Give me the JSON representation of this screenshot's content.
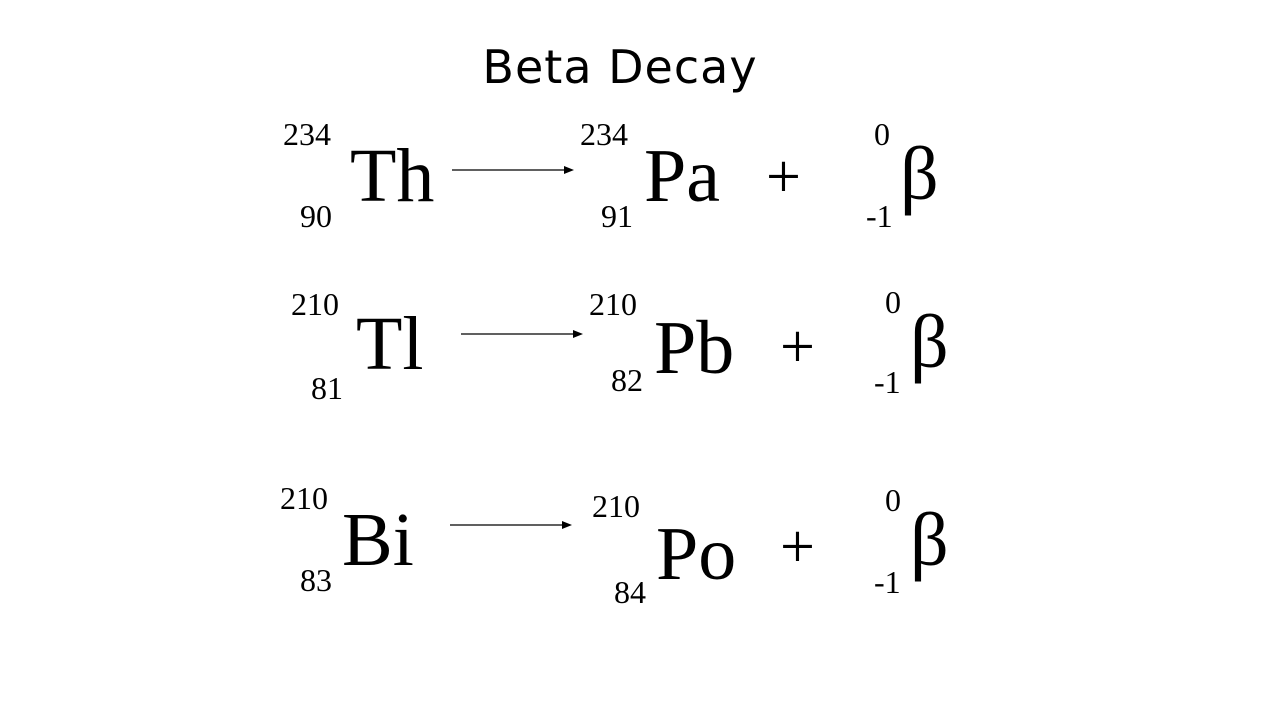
{
  "title": "Beta Decay",
  "plus_sign": "+",
  "reactions": [
    {
      "parent": {
        "mass": "234",
        "atomic": "90",
        "symbol": "Th"
      },
      "daughter": {
        "mass": "234",
        "atomic": "91",
        "symbol": "Pa"
      },
      "particle": {
        "mass": "0",
        "atomic": "-1",
        "symbol": "β"
      }
    },
    {
      "parent": {
        "mass": "210",
        "atomic": "81",
        "symbol": "Tl"
      },
      "daughter": {
        "mass": "210",
        "atomic": "82",
        "symbol": "Pb"
      },
      "particle": {
        "mass": "0",
        "atomic": "-1",
        "symbol": "β"
      }
    },
    {
      "parent": {
        "mass": "210",
        "atomic": "83",
        "symbol": "Bi"
      },
      "daughter": {
        "mass": "210",
        "atomic": "84",
        "symbol": "Po"
      },
      "particle": {
        "mass": "0",
        "atomic": "-1",
        "symbol": "β"
      }
    }
  ]
}
